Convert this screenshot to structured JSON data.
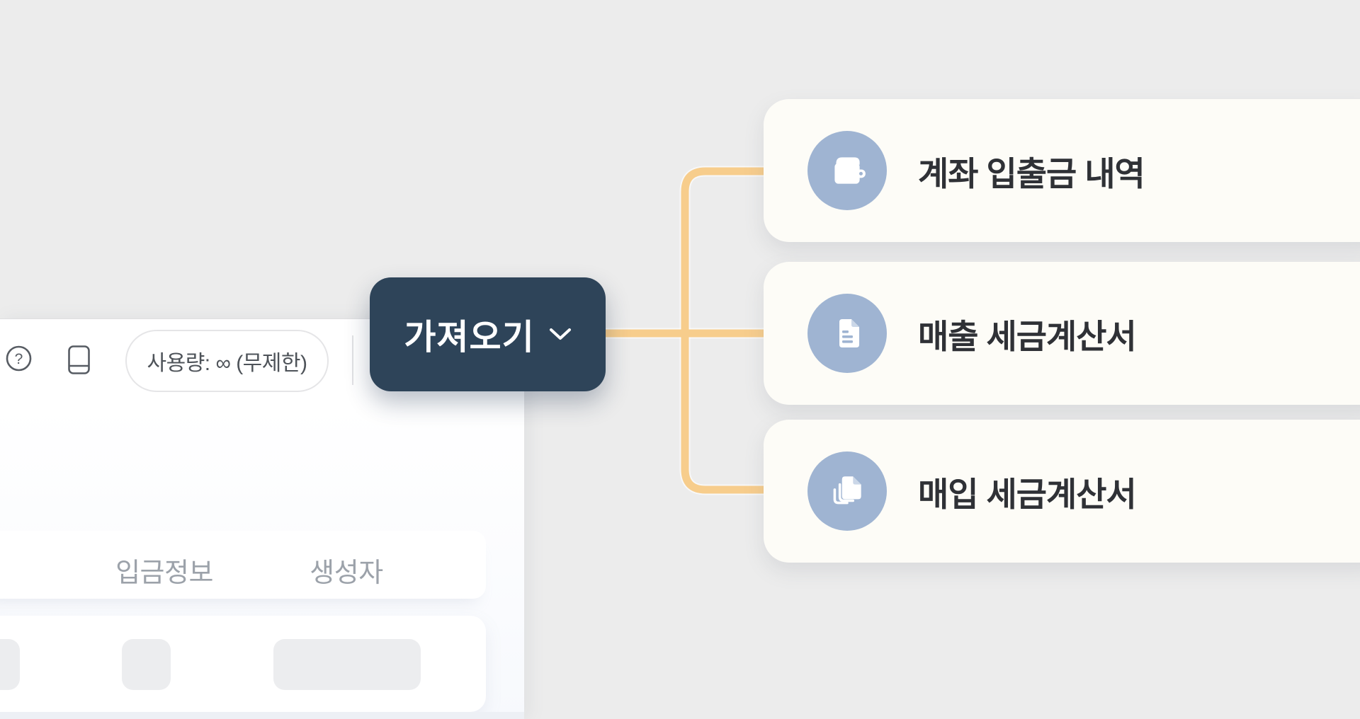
{
  "colors": {
    "page_bg": "#ECECEC",
    "accent_navy": "#2E4459",
    "connector_amber": "#F7CD8C",
    "icon_circle_blue": "#9FB4D2",
    "card_cream": "#FDFCF7",
    "skeleton_gray": "#ECEDEF"
  },
  "toolbar": {
    "help_icon": "help-circle-icon",
    "book_icon": "book-icon",
    "usage_label": "사용량: ∞ (무제한)"
  },
  "import_button": {
    "label": "가져오기",
    "chevron_icon": "chevron-down-icon"
  },
  "cards": [
    {
      "icon": "wallet-icon",
      "label": "계좌 입출금 내역"
    },
    {
      "icon": "document-icon",
      "label": "매출 세금계산서"
    },
    {
      "icon": "documents-copy-icon",
      "label": "매입 세금계산서"
    }
  ],
  "table": {
    "headers": [
      "입금정보",
      "생성자"
    ]
  }
}
